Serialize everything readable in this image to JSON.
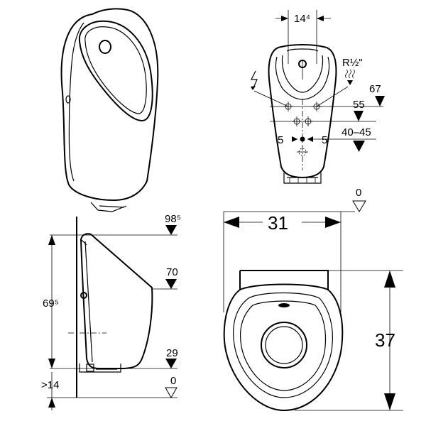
{
  "views": {
    "perspective": {},
    "front": {
      "width_label": "14⁴",
      "thread_label": "R½\"",
      "level_67": "67",
      "level_55": "55",
      "offset_left": "5",
      "offset_right": "5",
      "level_range": "40–45"
    },
    "side": {
      "top_level": "98⁵",
      "inlet_level": "70",
      "bottom_level": "29",
      "floor_level": "0",
      "height_label": "69⁵",
      "min_label": ">14"
    },
    "top": {
      "floor_level": "0",
      "width_label": "31",
      "depth_label": "37"
    }
  },
  "icons": {
    "electric": "lightning-icon",
    "water": "water-wave-icon",
    "level": "level-triangle-icon"
  }
}
